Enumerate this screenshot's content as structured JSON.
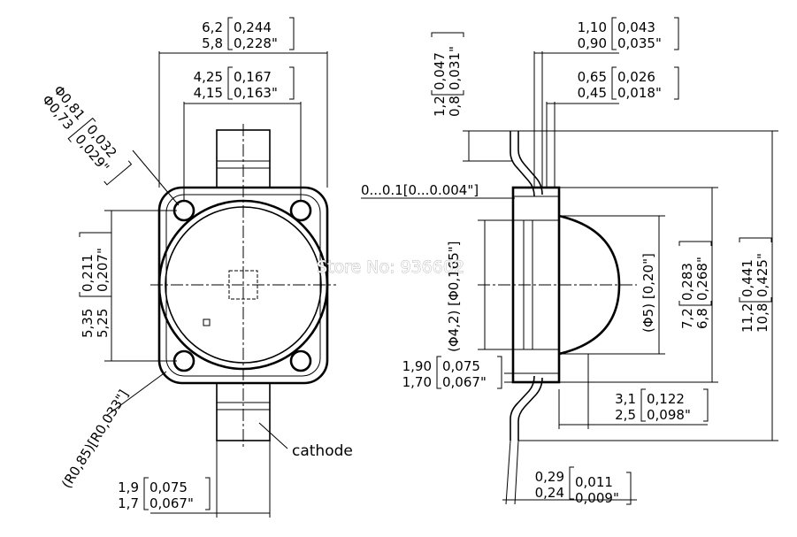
{
  "watermark": "Store No: 936602",
  "cathode_label": "cathode",
  "front": {
    "width_outer": {
      "mm_max": "6,2",
      "mm_min": "5,8",
      "in_max": "0,244",
      "in_min": "0,228\""
    },
    "width_inner": {
      "mm_max": "4,25",
      "mm_min": "4,15",
      "in_max": "0,167",
      "in_min": "0,163\""
    },
    "hole_dia": {
      "mm_max": "Φ0,81",
      "mm_min": "Φ0,73",
      "in_max": "0,032",
      "in_min": "0,029\""
    },
    "height": {
      "mm_max": "5,35",
      "mm_min": "5,25",
      "in_max": "0,211",
      "in_min": "0,207\""
    },
    "radius": "(R0,85)[R0,033\"]",
    "tab_width": {
      "mm_max": "1,9",
      "mm_min": "1,7",
      "in_max": "0,075",
      "in_min": "0,067\""
    }
  },
  "side": {
    "lead_thk": {
      "mm_max": "1,10",
      "mm_min": "0,90",
      "in_max": "0,043",
      "in_min": "0,035\""
    },
    "lead_width": {
      "mm_max": "0,65",
      "mm_min": "0,45",
      "in_max": "0,026",
      "in_min": "0,018\""
    },
    "lead_offset": {
      "mm_max": "1,2",
      "mm_min": "0,8",
      "in_max": "0,047",
      "in_min": "0,031\""
    },
    "flatness": "0...0.1[0...0.004\"]",
    "lens_base_dia": "(Φ4,2) [Φ0,165\"]",
    "lens_dia": "(Φ5) [0,20\"]",
    "body_h": {
      "mm_max": "7,2",
      "mm_min": "6,8",
      "in_max": "0,283",
      "in_min": "0,268\""
    },
    "total_h": {
      "mm_max": "11,2",
      "mm_min": "10,8",
      "in_max": "0,441",
      "in_min": "0,425\""
    },
    "base_thk": {
      "mm_max": "1,90",
      "mm_min": "1,70",
      "in_max": "0,075",
      "in_min": "0,067\""
    },
    "depth": {
      "mm_max": "3,1",
      "mm_min": "2,5",
      "in_max": "0,122",
      "in_min": "0,098\""
    },
    "lead_t": {
      "mm_max": "0,29",
      "mm_min": "0,24",
      "in_max": "0,011",
      "in_min": "0,009\""
    }
  }
}
